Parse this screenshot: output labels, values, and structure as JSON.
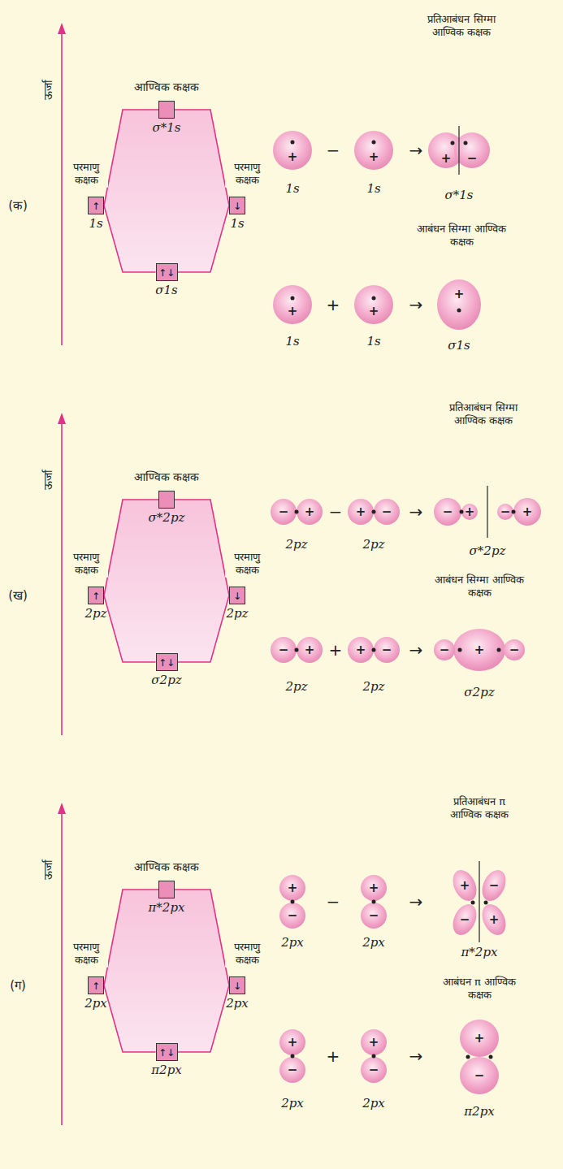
{
  "diagram": {
    "nodes": [
      {
        "text": [
          "σ*1s"
        ]
      },
      {
        "text": [
          "↑",
          "1s"
        ]
      },
      {
        "text": [
          "↓",
          "1s"
        ]
      },
      {
        "text": [
          "↑↓",
          "σ1s"
        ]
      },
      {
        "text": [
          "σ*2pz"
        ]
      },
      {
        "text": [
          "↑",
          "2pz"
        ]
      },
      {
        "text": [
          "↓",
          "2pz"
        ]
      },
      {
        "text": [
          "↑↓",
          "σ2pz"
        ]
      },
      {
        "text": [
          "π*2px"
        ]
      },
      {
        "text": [
          "↑",
          "2px"
        ]
      },
      {
        "text": [
          "↓",
          "2px"
        ]
      },
      {
        "text": [
          "↑↓",
          "π2px"
        ]
      }
    ],
    "edges": [
      {
        "from": 1,
        "to": 0,
        "arrow": "none"
      },
      {
        "from": 2,
        "to": 0,
        "arrow": "none"
      },
      {
        "from": 1,
        "to": 3,
        "arrow": "none"
      },
      {
        "from": 2,
        "to": 3,
        "arrow": "none"
      },
      {
        "from": 5,
        "to": 4,
        "arrow": "none"
      },
      {
        "from": 6,
        "to": 4,
        "arrow": "none"
      },
      {
        "from": 5,
        "to": 7,
        "arrow": "none"
      },
      {
        "from": 6,
        "to": 7,
        "arrow": "none"
      },
      {
        "from": 9,
        "to": 8,
        "arrow": "none"
      },
      {
        "from": 10,
        "to": 8,
        "arrow": "none"
      },
      {
        "from": 9,
        "to": 11,
        "arrow": "none"
      },
      {
        "from": 10,
        "to": 11,
        "arrow": "none"
      }
    ],
    "labels": [
      "(क)",
      "ऊर्जा",
      "आण्विक कक्षक",
      "परमाणु कक्षक",
      "परमाणु कक्षक",
      "प्रतिआबंधन सिग्मा आण्विक कक्षक",
      "+",
      "−",
      "+",
      "→",
      "+",
      "−",
      "1s",
      "1s",
      "σ*1s",
      "आबंधन सिग्मा आण्विक कक्षक",
      "+",
      "+",
      "+",
      "→",
      "+",
      "1s",
      "1s",
      "σ1s",
      "(ख)",
      "ऊर्जा",
      "आण्विक कक्षक",
      "परमाणु कक्षक",
      "परमाणु कक्षक",
      "प्रतिआबंधन सिग्मा आण्विक कक्षक",
      "−",
      "+",
      "−",
      "+",
      "−",
      "→",
      "−",
      "+",
      "−",
      "+",
      "2pz",
      "2pz",
      "σ*2pz",
      "आबंधन सिग्मा आण्विक कक्षक",
      "−",
      "+",
      "+",
      "+",
      "−",
      "→",
      "−",
      "+",
      "−",
      "2pz",
      "2pz",
      "σ2pz",
      "(ग)",
      "ऊर्जा",
      "आण्विक कक्षक",
      "परमाणु कक्षक",
      "परमाणु कक्षक",
      "प्रतिआबंधन π आण्विक कक्षक",
      "+",
      "−",
      "−",
      "+",
      "−",
      "→",
      "+",
      "−",
      "−",
      "+",
      "2px",
      "2px",
      "π*2px",
      "आबंधन π आण्विक कक्षक",
      "+",
      "−",
      "+",
      "+",
      "−",
      "→",
      "+",
      "−",
      "2px",
      "2px",
      "π2px"
    ]
  }
}
